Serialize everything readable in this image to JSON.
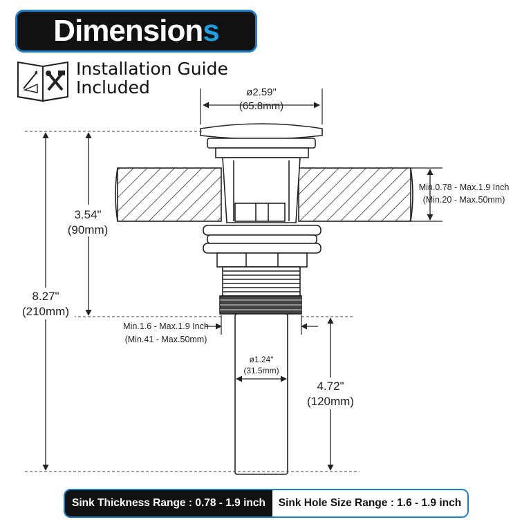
{
  "title": {
    "main": "Dimension",
    "accent": "s"
  },
  "guide": {
    "line1": "Installation Guide",
    "line2": "Included",
    "icon": "book-tools-icon"
  },
  "dimensions": {
    "top_diameter": {
      "inch": "ø2.59\"",
      "mm": "(65.8mm)"
    },
    "cap_to_flange": {
      "inch": "3.54\"",
      "mm": "(90mm)"
    },
    "total_height": {
      "inch": "8.27\"",
      "mm": "(210mm)"
    },
    "sink_thickness": {
      "inch": "Min.0.78 - Max.1.9 Inch",
      "mm": "(Min.20 - Max.50mm)"
    },
    "hole_size": {
      "inch": "Min.1.6 - Max.1.9 Inch",
      "mm": "(Min.41 - Max.50mm)"
    },
    "tail_diameter": {
      "inch": "ø1.24\"",
      "mm": "(31.5mm)"
    },
    "tail_length": {
      "inch": "4.72\"",
      "mm": "(120mm)"
    }
  },
  "footer": {
    "left": "Sink Thickness Range : 0.78 - 1.9 inch",
    "right": "Sink Hole Size Range : 1.6 - 1.9 inch"
  },
  "colors": {
    "accent": "#1f9ee0",
    "border": "#1f7ec4",
    "dark": "#111111"
  }
}
